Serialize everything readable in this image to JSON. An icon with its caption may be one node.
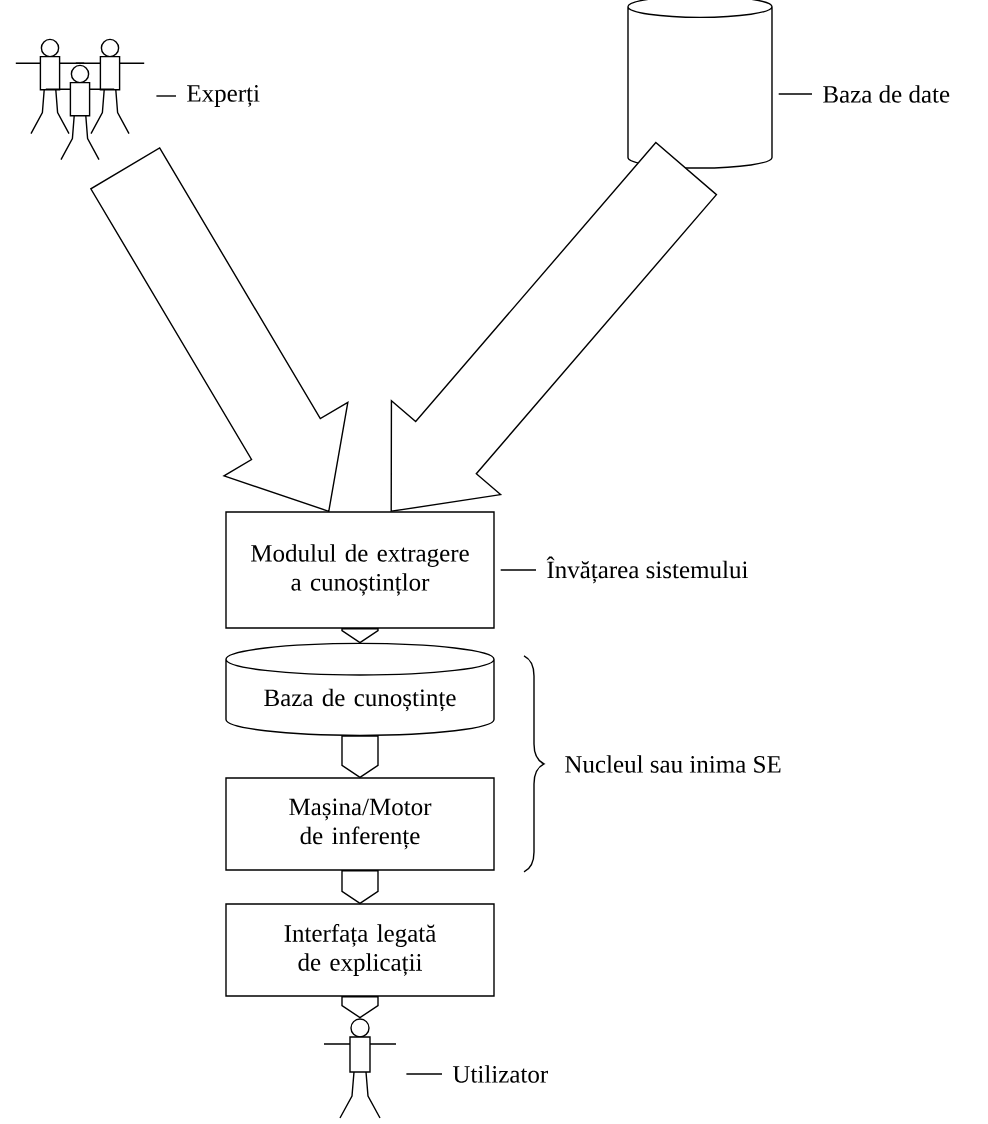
{
  "diagram": {
    "nodes": [
      {
        "text": [],
        "shape": "person"
      },
      {
        "text": [],
        "shape": "cylinder"
      },
      {
        "text": [
          "Modulul de extragere a cunoștințlor"
        ]
      },
      {
        "text": [
          "Baza de cunoștințe"
        ]
      },
      {
        "text": [
          "Mașina/Motor de inferențe"
        ]
      },
      {
        "text": [
          "Interfața legată de explicații"
        ]
      },
      {
        "text": [],
        "shape": "person"
      },
      {
        "text": [
          "Experți"
        ]
      },
      {
        "text": [
          "Baza de date"
        ]
      },
      {
        "text": [
          "Învățarea sistemului"
        ]
      },
      {
        "text": [
          "Utilizator"
        ]
      }
    ],
    "edges": [
      {
        "from": 0,
        "to": 2,
        "arrow": "to",
        "style": "thick"
      },
      {
        "from": 1,
        "to": 2,
        "arrow": "to",
        "style": "thick"
      },
      {
        "from": 2,
        "to": 3,
        "arrow": "to"
      },
      {
        "from": 3,
        "to": 4,
        "arrow": "to"
      },
      {
        "from": 4,
        "to": 5,
        "arrow": "to"
      },
      {
        "from": 5,
        "to": 6,
        "arrow": "to"
      },
      {
        "from": 7,
        "to": 0,
        "arrow": "none"
      },
      {
        "from": 8,
        "to": 1,
        "arrow": "none"
      },
      {
        "from": 9,
        "to": 2,
        "arrow": "none"
      },
      {
        "from": 10,
        "to": 6,
        "arrow": "none"
      }
    ],
    "labels": [
      "Nucleul sau inima SE"
    ]
  }
}
